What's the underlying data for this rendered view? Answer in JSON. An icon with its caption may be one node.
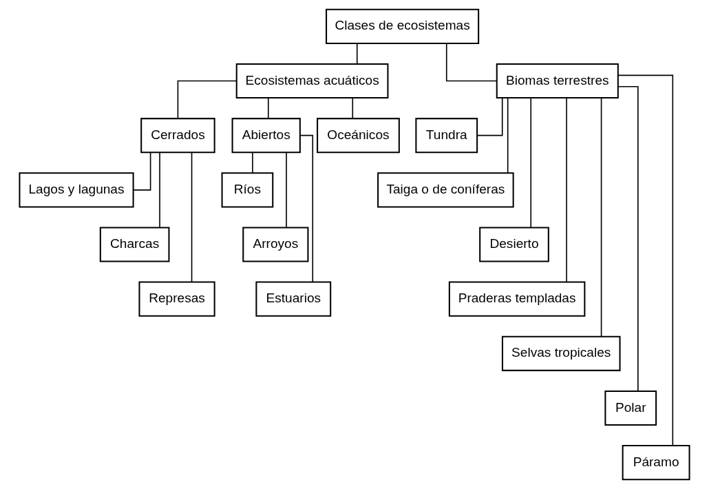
{
  "diagram": {
    "nodes": [
      {
        "text": [
          "Clases de ecosistemas"
        ]
      },
      {
        "text": [
          "Ecosistemas acuáticos"
        ]
      },
      {
        "text": [
          "Biomas terrestres"
        ]
      },
      {
        "text": [
          "Cerrados"
        ]
      },
      {
        "text": [
          "Abiertos"
        ]
      },
      {
        "text": [
          "Oceánicos"
        ]
      },
      {
        "text": [
          "Lagos y lagunas"
        ]
      },
      {
        "text": [
          "Charcas"
        ]
      },
      {
        "text": [
          "Represas"
        ]
      },
      {
        "text": [
          "Ríos"
        ]
      },
      {
        "text": [
          "Arroyos"
        ]
      },
      {
        "text": [
          "Estuarios"
        ]
      },
      {
        "text": [
          "Tundra"
        ]
      },
      {
        "text": [
          "Taiga o de coníferas"
        ]
      },
      {
        "text": [
          "Desierto"
        ]
      },
      {
        "text": [
          "Praderas templadas"
        ]
      },
      {
        "text": [
          "Selvas tropicales"
        ]
      },
      {
        "text": [
          "Polar"
        ]
      },
      {
        "text": [
          "Páramo"
        ]
      }
    ],
    "edges": [
      {
        "from": 0,
        "to": 1,
        "arrow": "none"
      },
      {
        "from": 0,
        "to": 2,
        "arrow": "none"
      },
      {
        "from": 1,
        "to": 3,
        "arrow": "none"
      },
      {
        "from": 1,
        "to": 4,
        "arrow": "none"
      },
      {
        "from": 1,
        "to": 5,
        "arrow": "none"
      },
      {
        "from": 3,
        "to": 6,
        "arrow": "none"
      },
      {
        "from": 3,
        "to": 7,
        "arrow": "none"
      },
      {
        "from": 3,
        "to": 8,
        "arrow": "none"
      },
      {
        "from": 4,
        "to": 9,
        "arrow": "none"
      },
      {
        "from": 4,
        "to": 10,
        "arrow": "none"
      },
      {
        "from": 4,
        "to": 11,
        "arrow": "none"
      },
      {
        "from": 2,
        "to": 12,
        "arrow": "none"
      },
      {
        "from": 2,
        "to": 13,
        "arrow": "none"
      },
      {
        "from": 2,
        "to": 14,
        "arrow": "none"
      },
      {
        "from": 2,
        "to": 15,
        "arrow": "none"
      },
      {
        "from": 2,
        "to": 16,
        "arrow": "none"
      },
      {
        "from": 2,
        "to": 17,
        "arrow": "none"
      },
      {
        "from": 2,
        "to": 18,
        "arrow": "none"
      }
    ]
  }
}
